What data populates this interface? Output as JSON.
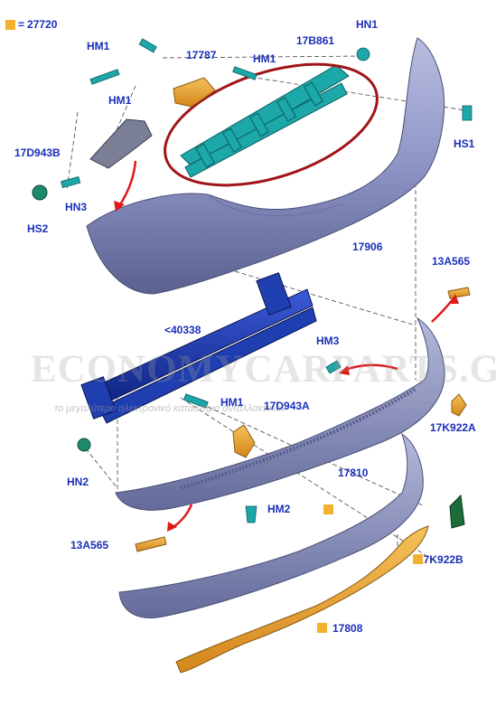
{
  "legend": {
    "code": "27720",
    "prefix": "="
  },
  "labels": {
    "hm1_a": "HM1",
    "hm1_b": "HM1",
    "hm1_c": "HM1",
    "hm1_d": "HM1",
    "hn1": "HN1",
    "hs1": "HS1",
    "hs2": "HS2",
    "hn3": "HN3",
    "hn2": "HN2",
    "hm2": "HM2",
    "hm3": "HM3",
    "p17787": "17787",
    "p17b861": "17B861",
    "p17d943b": "17D943B",
    "p17906": "17906",
    "p13a565_r": "13A565",
    "p40338": "<40338",
    "p17d943a": "17D943A",
    "p17k922a": "17K922A",
    "p17810": "17810",
    "p13a565_l": "13A565",
    "p17k922b": "17K922B",
    "p17808": "17808"
  },
  "watermark": {
    "title": "ECONOMYCARPARTS.GR",
    "subtitle": "το μεγαλύτερο ηλεκτρονικό κατάστημα ανταλλακτικών"
  },
  "colors": {
    "label": "#1a2fb8",
    "marker": "#f2b12e",
    "bumper": "#8c93c2",
    "beam": "#1f3fb0",
    "teal": "#1ca7a8",
    "orange": "#e8a23a",
    "green": "#1d6b3a",
    "highlight": "#a01418",
    "arrow": "#e01818"
  }
}
